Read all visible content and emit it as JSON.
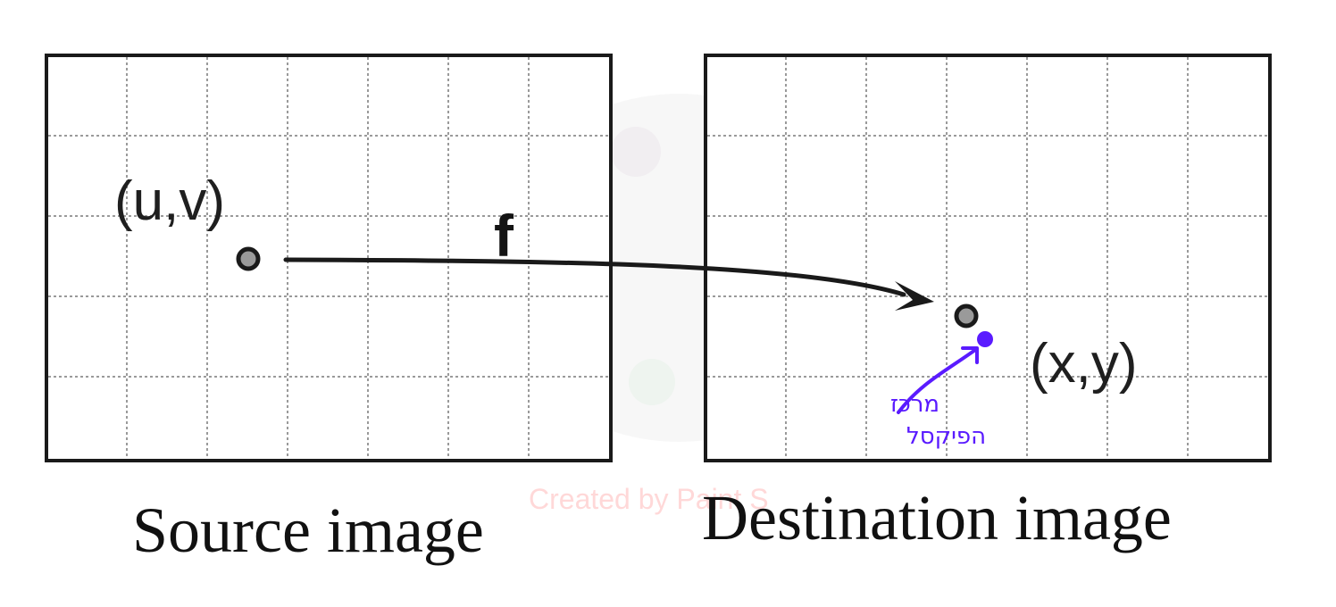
{
  "source": {
    "point_label": "(u,v)",
    "caption": "Source image"
  },
  "destination": {
    "point_label": "(x,y)",
    "caption": "Destination image"
  },
  "mapping": {
    "label": "f"
  },
  "annotation": {
    "line1": "מרכז",
    "line2": "הפיקסל",
    "color": "#5a1bff"
  },
  "watermark": {
    "text": "Created by Paint S"
  },
  "colors": {
    "frame": "#1a1a1a",
    "grid": "#9a9a9a",
    "text": "#1f1f1f"
  }
}
